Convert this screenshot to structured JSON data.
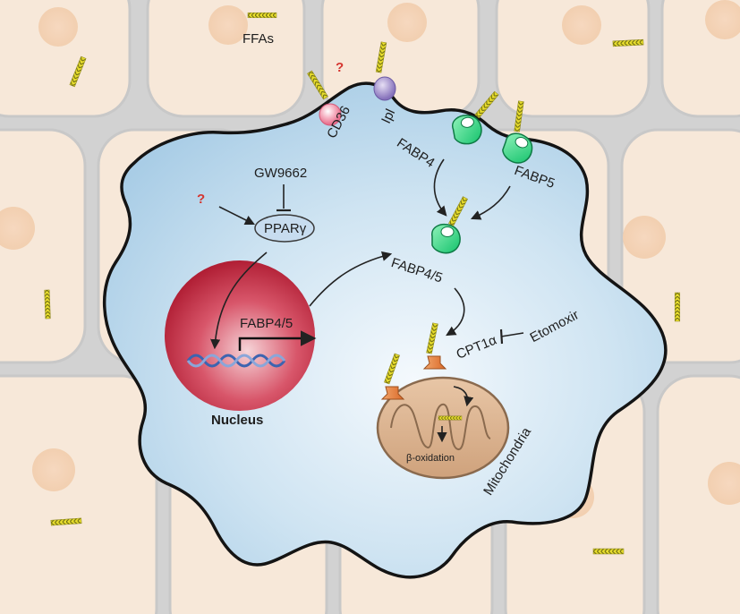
{
  "labels": {
    "ffas": "FFAs",
    "cd36": "CD36",
    "ipl": "Ipl",
    "fabp4": "FABP4",
    "fabp5": "FABP5",
    "gw9662": "GW9662",
    "ppar": "PPARγ",
    "fabp45_cyto": "FABP4/5",
    "fabp45_gene": "FABP4/5",
    "nucleus": "Nucleus",
    "cpt1a": "CPT1α",
    "etomoxir": "Etomoxir",
    "mitochondria": "Mitochondria",
    "beta_oxidation": "β-oxidation",
    "question_mark": "?"
  },
  "colors": {
    "background": "#f2efe9",
    "adipocyte_fill": "#f7e8d9",
    "adipocyte_border": "#c8c8c8",
    "cell_fill": "#bcd9ec",
    "cell_border": "#141414",
    "nucleus": "#c0293d",
    "fabp_protein": "#25d982",
    "cd36_protein": "#f28fa6",
    "ipl_protein": "#9c8ac6",
    "mitochondria": "#dab18e",
    "cpt1a_protein": "#e07a35",
    "fatty_acid": "#e6dc2a",
    "dna": "#3d64b0",
    "question_mark": "#d5352f"
  }
}
